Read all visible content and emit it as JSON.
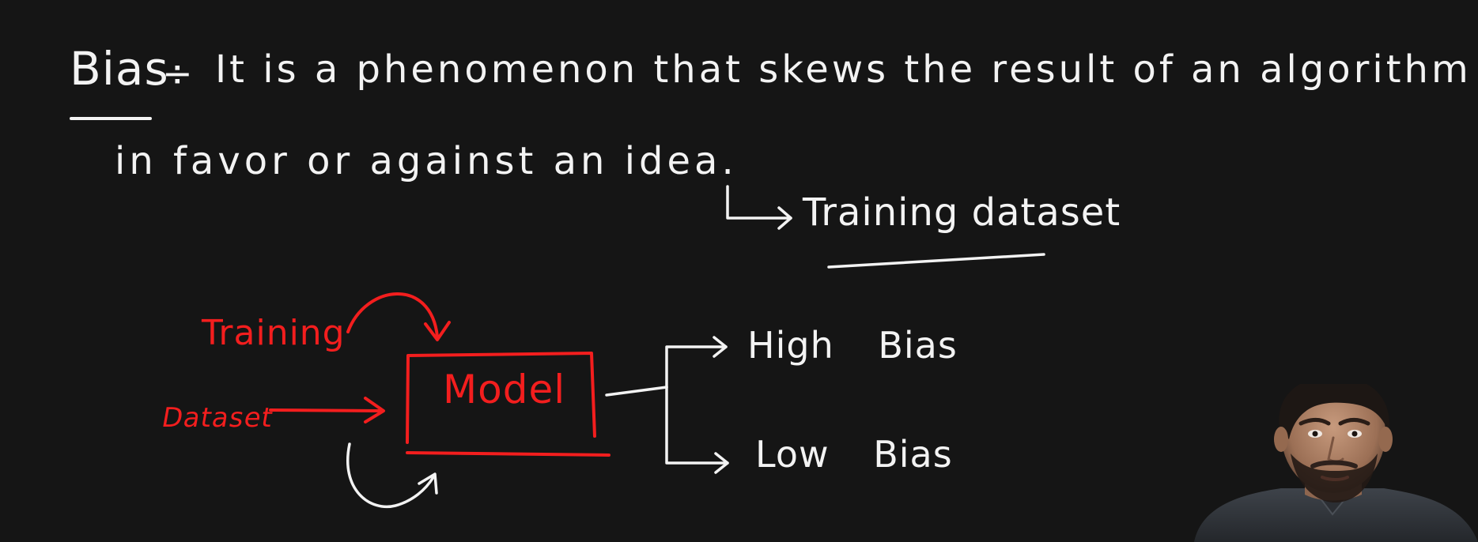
{
  "notes": {
    "line1": {
      "term": "Bias",
      "separator": "÷",
      "text": "It is a phenomenon that skews the result of an algorithm"
    },
    "line2": "in favor or against an idea.",
    "callout": "Training dataset"
  },
  "diagram": {
    "input_label_top": "Training",
    "input_label_bottom": "Dataset",
    "model_label": "Model",
    "output_high": "High Bias",
    "output_low": "Low Bias"
  },
  "colors": {
    "background": "#151515",
    "ink_white": "#f3f3f3",
    "ink_red": "#f31e1e"
  }
}
